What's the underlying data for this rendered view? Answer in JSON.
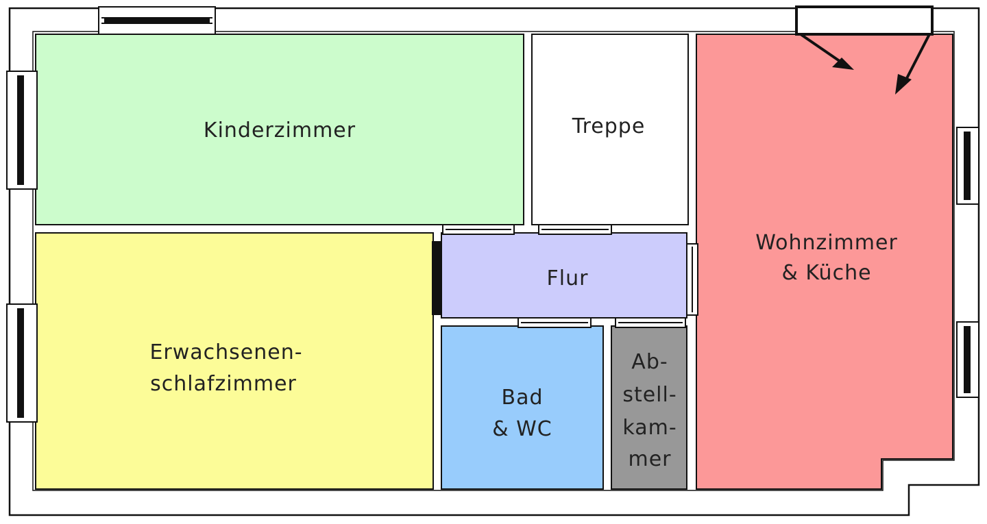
{
  "rooms": {
    "kinderzimmer": {
      "line1": "Kinderzimmer",
      "color": "#ccfccc"
    },
    "treppe": {
      "line1": "Treppe",
      "color": "#ffffff"
    },
    "wohnzimmer": {
      "line1": "Wohnzimmer",
      "line2": "& Küche",
      "color": "#fc9898"
    },
    "erwachsenen": {
      "line1": "Erwachsenen-",
      "line2": "schlafzimmer",
      "color": "#fcfc98"
    },
    "flur": {
      "line1": "Flur",
      "color": "#ccccfc"
    },
    "bad": {
      "line1": "Bad",
      "line2": "& WC",
      "color": "#98ccfc"
    },
    "abstell": {
      "line1": "Ab-",
      "line2": "stell-",
      "line3": "kam-",
      "line4": "mer",
      "color": "#989898"
    }
  },
  "colors": {
    "wall": "#111111",
    "background": "#ffffff"
  }
}
